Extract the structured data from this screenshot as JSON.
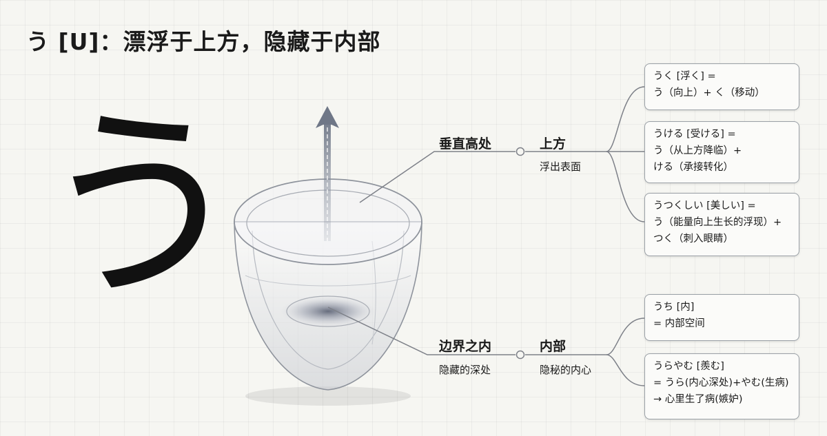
{
  "title": "う [U]：漂浮于上方，隐藏于内部",
  "kana": "う",
  "branches": {
    "upper": {
      "concept": "垂直高处",
      "meaning": "上方",
      "meaning_sub": "浮出表面"
    },
    "lower": {
      "concept": "边界之内",
      "concept_sub": "隐藏的深处",
      "meaning": "内部",
      "meaning_sub": "隐秘的内心"
    }
  },
  "upper_cards": [
    {
      "lines": [
        "うく [浮く] =",
        "う（向上）+ く（移动）"
      ]
    },
    {
      "lines": [
        "うける [受ける] =",
        "う（从上方降临）+",
        "ける（承接转化）"
      ]
    },
    {
      "lines": [
        "うつくしい [美しい] =",
        "う（能量向上生长的浮现）+",
        "つく（刺入眼睛）"
      ]
    }
  ],
  "lower_cards": [
    {
      "lines": [
        "うち [内]",
        "= 内部空间"
      ]
    },
    {
      "lines": [
        "うらやむ [羨む]",
        "= うら(内心深处)+やむ(生病)",
        "→ 心里生了病(嫉妒)"
      ]
    }
  ]
}
